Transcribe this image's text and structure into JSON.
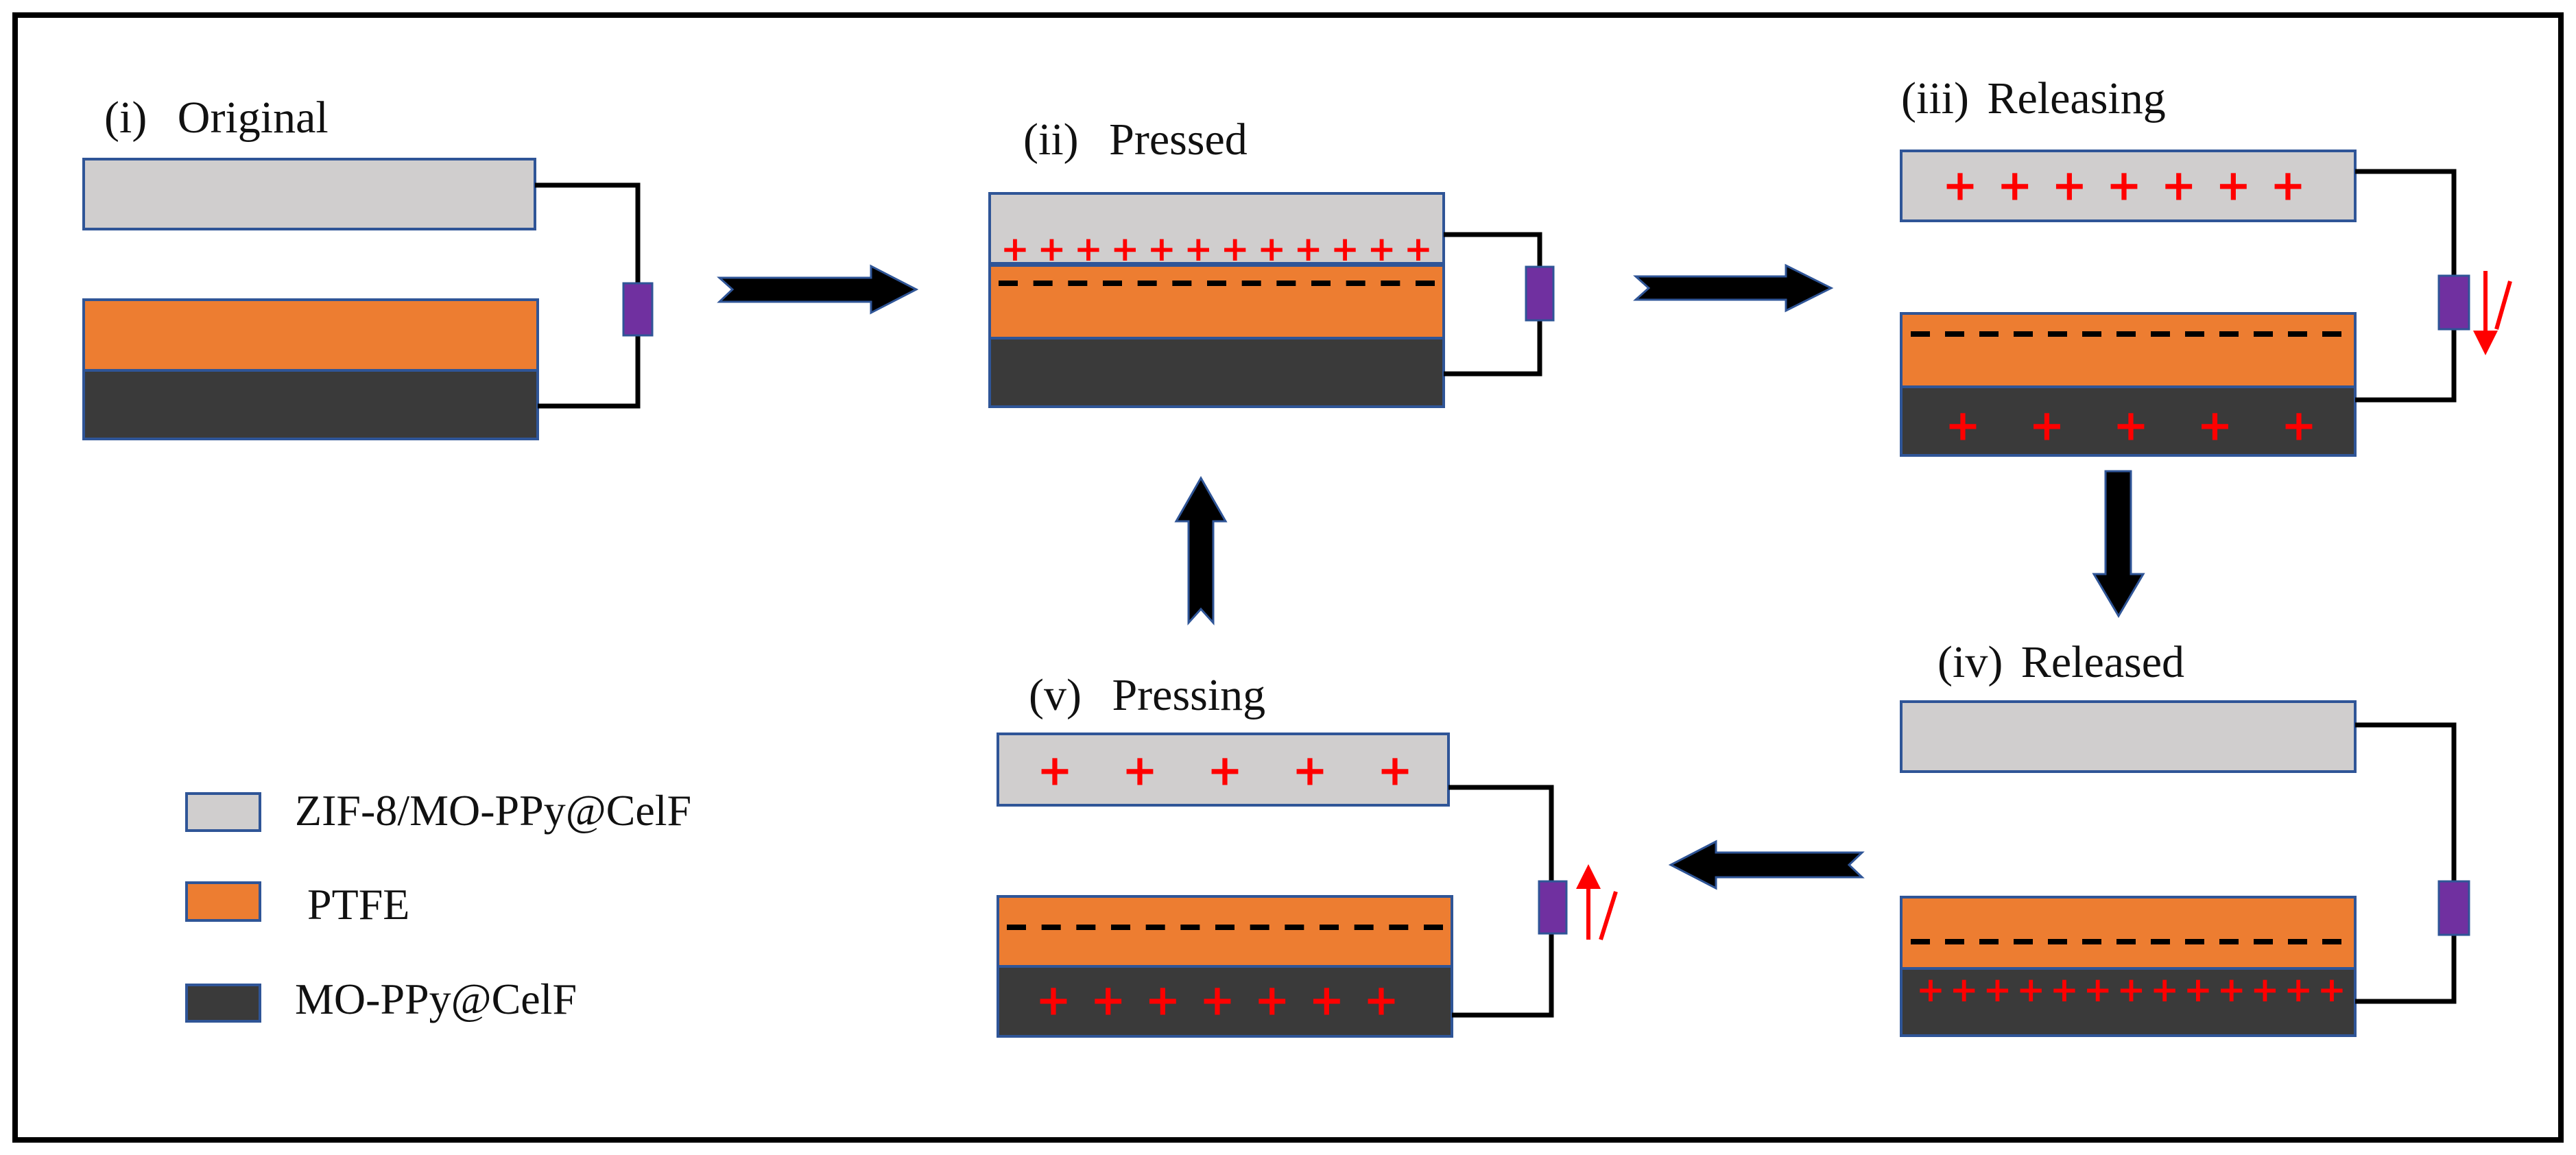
{
  "stages": [
    {
      "id": "original",
      "numeral": "(i)",
      "name": "Original"
    },
    {
      "id": "pressed",
      "numeral": "(ii)",
      "name": "Pressed"
    },
    {
      "id": "releasing",
      "numeral": "(iii)",
      "name": "Releasing"
    },
    {
      "id": "released",
      "numeral": "(iv)",
      "name": "Released"
    },
    {
      "id": "pressing",
      "numeral": "(v)",
      "name": "Pressing"
    }
  ],
  "legend": [
    {
      "id": "zif",
      "label": "ZIF-8/MO-PPy@CelF",
      "color": "#d0cece"
    },
    {
      "id": "ptfe",
      "label": "PTFE",
      "color": "#ed7d31"
    },
    {
      "id": "mo",
      "label": "MO-PPy@CelF",
      "color": "#3a3a3a"
    }
  ],
  "colors": {
    "border": "#2f5597",
    "load": "#7030a0",
    "positive": "#ff0000",
    "negative": "#000000",
    "arrow": "#000000",
    "current": "#ff0000"
  },
  "signs": {
    "positive": "+",
    "negative": "-"
  },
  "icons": {
    "flow_arrow": "block-arrow-icon",
    "load": "load-resistor-icon",
    "current_down": "current-down-icon",
    "current_up": "current-up-icon"
  }
}
